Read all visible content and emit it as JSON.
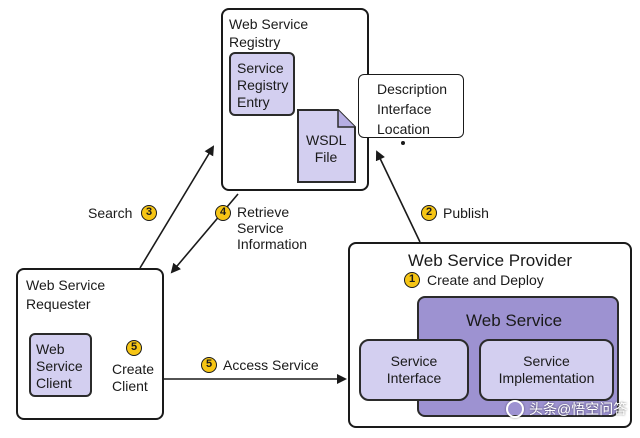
{
  "registry": {
    "title_lines": [
      "Web Service",
      "Registry"
    ],
    "entry_lines": [
      "Service",
      "Registry",
      "Entry"
    ],
    "wsdl_lines": [
      "WSDL",
      "File"
    ]
  },
  "callout": {
    "lines": [
      "Description",
      "Interface",
      "Location"
    ]
  },
  "requester": {
    "title_lines": [
      "Web Service",
      "Requester"
    ],
    "client_lines": [
      "Web",
      "Service",
      "Client"
    ],
    "create_client_lines": [
      "Create",
      "Client"
    ]
  },
  "provider": {
    "title": "Web Service Provider",
    "step_label": "Create and Deploy",
    "web_service_title": "Web Service",
    "interface_lines": [
      "Service",
      "Interface"
    ],
    "implementation_lines": [
      "Service",
      "Implementation"
    ]
  },
  "steps": {
    "search": {
      "label": "Search",
      "number": "3"
    },
    "retrieve": {
      "number": "4",
      "lines": [
        "Retrieve",
        "Service",
        "Information"
      ]
    },
    "publish": {
      "label": "Publish",
      "number": "2"
    },
    "create_deploy_number": "1",
    "create_client_number": "5",
    "access": {
      "label": "Access Service",
      "number": "5"
    }
  },
  "watermark": {
    "text": "头条@悟空问答"
  },
  "colors": {
    "outline": "#1a1a1a",
    "component_fill": "#d3cff0",
    "web_service_fill": "#9d92d1",
    "step_badge": "#f6c515"
  }
}
